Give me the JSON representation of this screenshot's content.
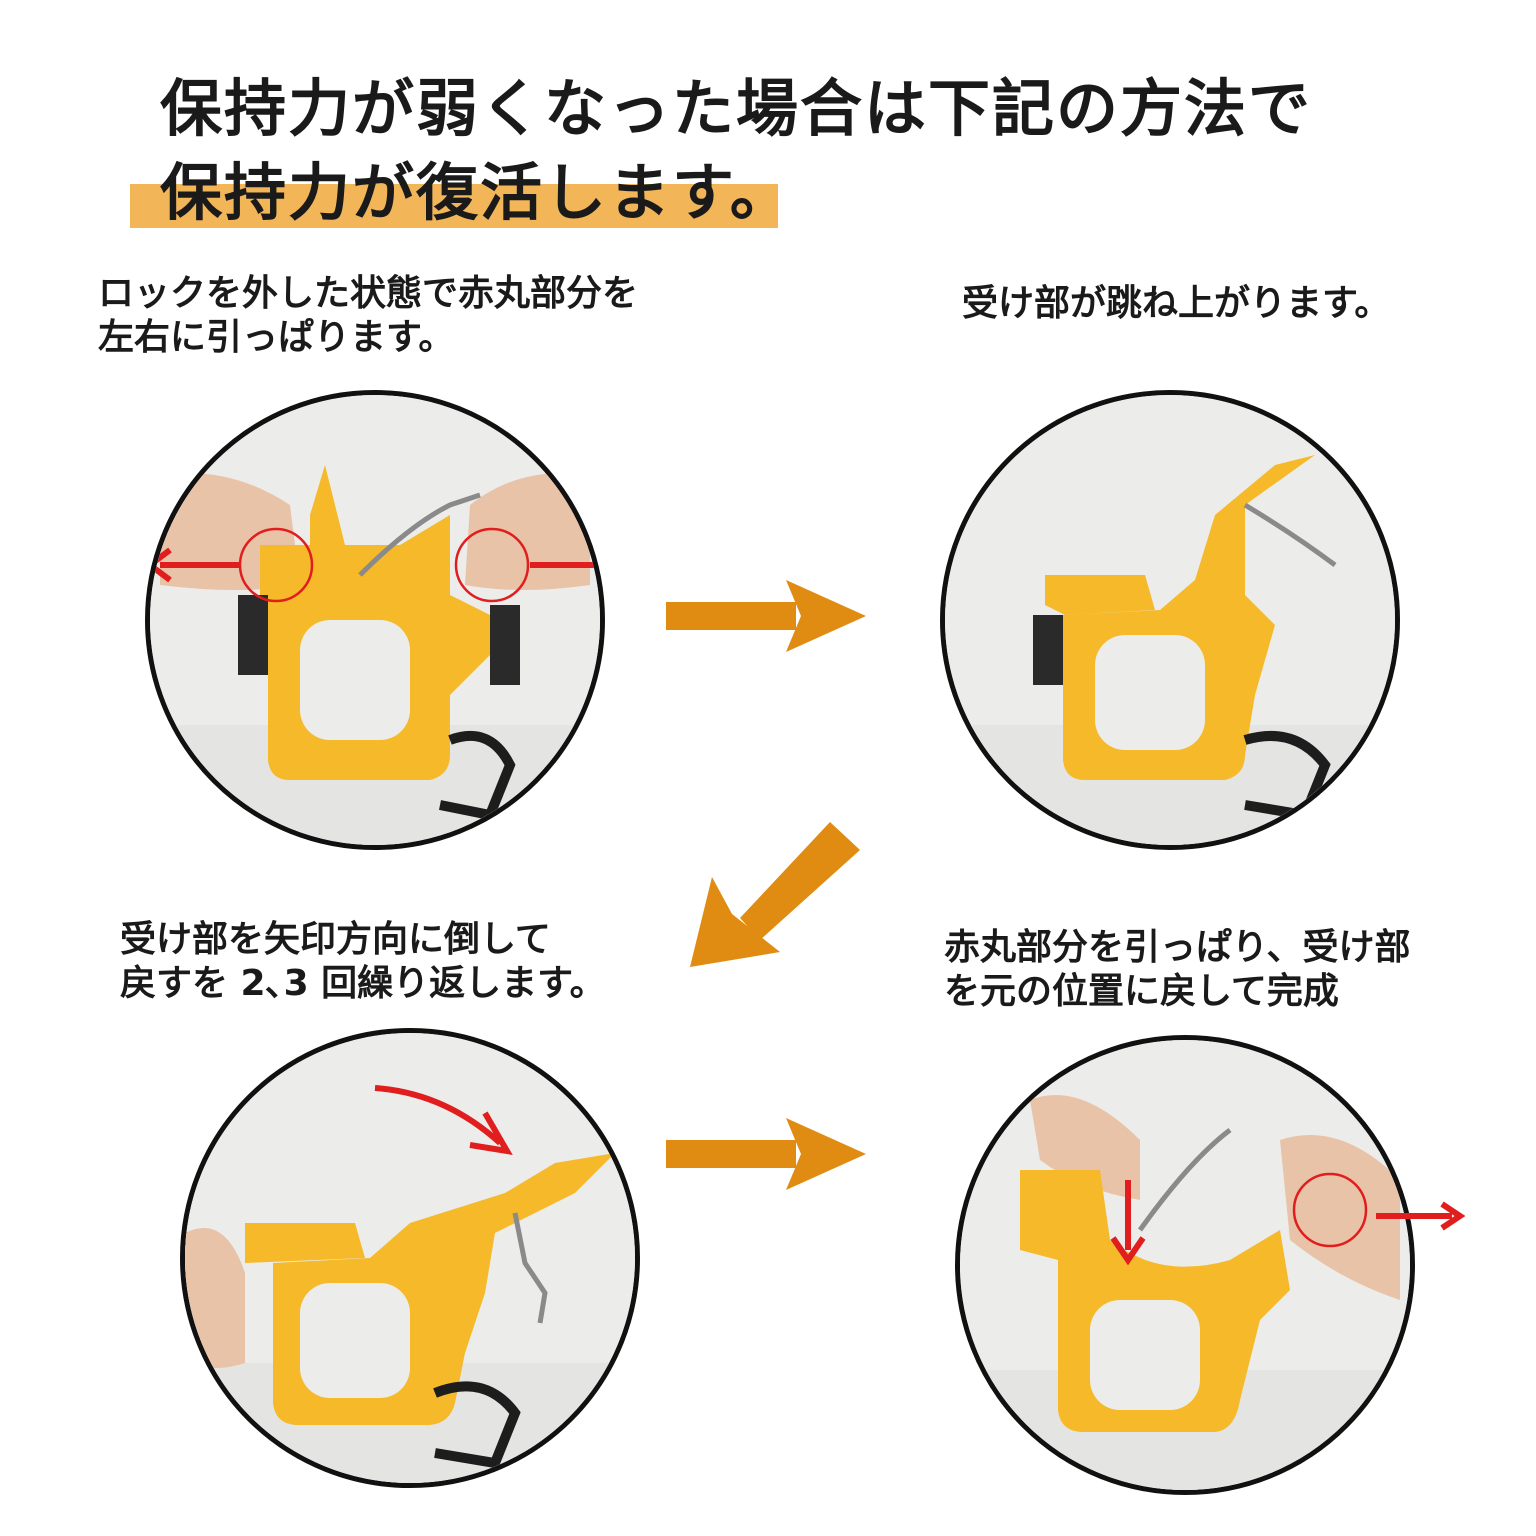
{
  "heading": {
    "line1": "保持力が弱くなった場合は下記の方法で",
    "line2": "保持力が復活します。",
    "highlight_color": "#f2b558"
  },
  "steps": [
    {
      "line1": "ロックを外した状態で赤丸部分を",
      "line2": "左右に引っぱります。"
    },
    {
      "line1": "受け部が跳ね上がります。"
    },
    {
      "line1": "受け部を矢印方向に倒して",
      "line2": "戻すを 2､3 回繰り返します。"
    },
    {
      "line1": "赤丸部分を引っぱり、受け部",
      "line2": "を元の位置に戻して完成"
    }
  ],
  "colors": {
    "flow_arrow": "#e08b12",
    "clip_yellow": "#f5b92a",
    "indicator_red": "#e01e1e"
  },
  "icons": [
    "arrow-right-icon",
    "arrow-down-left-icon",
    "red-circle-marker",
    "red-arrow-icon"
  ]
}
